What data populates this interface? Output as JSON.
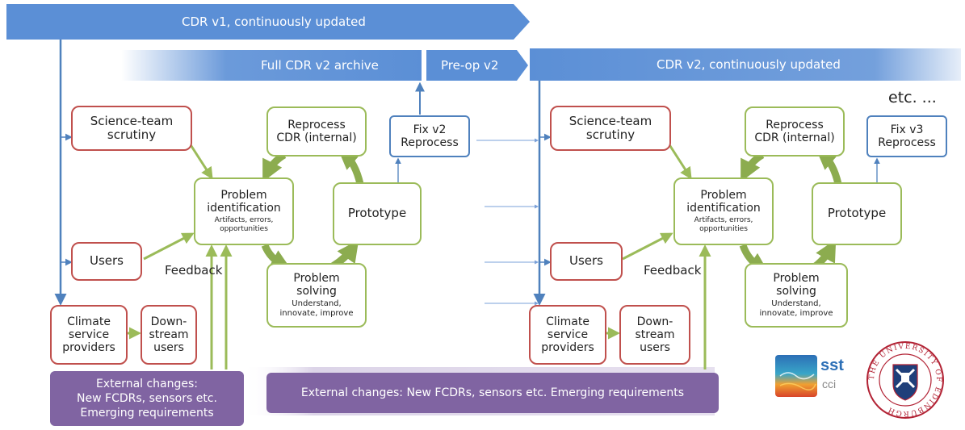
{
  "bands": {
    "cdr_v1": "CDR v1, continuously updated",
    "full_v2_archive": "Full CDR v2 archive",
    "preop_v2": "Pre-op  v2",
    "cdr_v2": "CDR v2, continuously updated"
  },
  "left_cycle": {
    "science_team": [
      "Science-team",
      "scrutiny"
    ],
    "users": "Users",
    "feedback": "Feedback",
    "climate_providers": [
      "Climate",
      "service",
      "providers"
    ],
    "downstream_users": [
      "Down-",
      "stream",
      "users"
    ],
    "problem_identification": [
      "Problem",
      "identification"
    ],
    "problem_identification_sub": [
      "Artifacts, errors,",
      "opportunities"
    ],
    "reprocess": [
      "Reprocess",
      "CDR (internal)"
    ],
    "prototype": "Prototype",
    "problem_solving": [
      "Problem",
      "solving"
    ],
    "problem_solving_sub": [
      "Understand,",
      "innovate, improve"
    ],
    "fix": [
      "Fix v2",
      "Reprocess"
    ],
    "external_changes": [
      "External changes:",
      "New FCDRs, sensors etc.",
      "Emerging requirements"
    ]
  },
  "right_cycle": {
    "science_team": [
      "Science-team",
      "scrutiny"
    ],
    "users": "Users",
    "feedback": "Feedback",
    "climate_providers": [
      "Climate",
      "service",
      "providers"
    ],
    "downstream_users": [
      "Down-",
      "stream",
      "users"
    ],
    "problem_identification": [
      "Problem",
      "identification"
    ],
    "problem_identification_sub": [
      "Artifacts, errors,",
      "opportunities"
    ],
    "reprocess": [
      "Reprocess",
      "CDR (internal)"
    ],
    "prototype": "Prototype",
    "problem_solving": [
      "Problem",
      "solving"
    ],
    "problem_solving_sub": [
      "Understand,",
      "innovate, improve"
    ],
    "fix": [
      "Fix v3",
      "Reprocess"
    ],
    "external_changes": "External changes: New FCDRs, sensors etc. Emerging requirements"
  },
  "etc_label": "etc. ...",
  "logos": {
    "sst_cci": [
      "sst",
      "cci"
    ],
    "university_seal": "THE UNIVERSITY OF EDINBURGH"
  },
  "colors": {
    "band_blue": "#5b8fd6",
    "box_red": "#c0504d",
    "box_green": "#9bbb59",
    "box_blue": "#4f81bd",
    "arrow_green": "#9bbb59",
    "arrow_blue": "#4f81bd",
    "purple": "#8064a2"
  }
}
